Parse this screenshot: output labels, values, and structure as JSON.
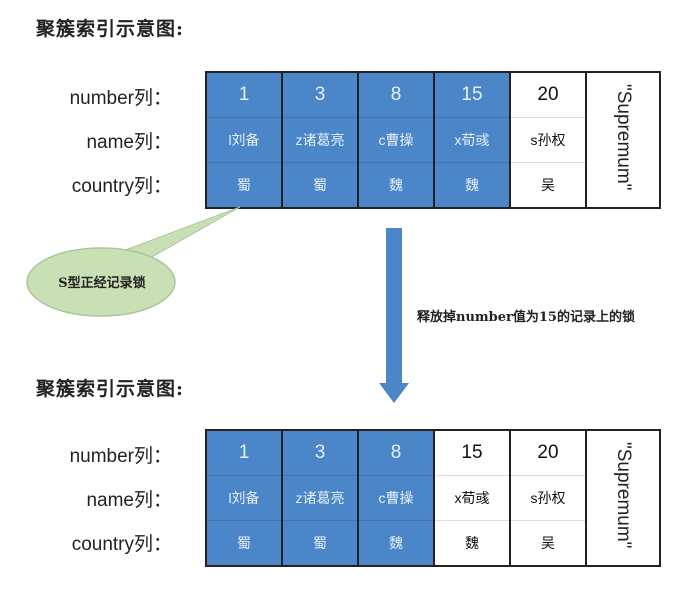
{
  "titles": {
    "top": "聚簇索引示意图:",
    "bottom": "聚簇索引示意图:"
  },
  "row_labels": [
    "number列：",
    "name列：",
    "country列："
  ],
  "top_table": {
    "records": [
      {
        "number": "1",
        "name": "l刘备",
        "country": "蜀",
        "locked": true
      },
      {
        "number": "3",
        "name": "z诸葛亮",
        "country": "蜀",
        "locked": true
      },
      {
        "number": "8",
        "name": "c曹操",
        "country": "魏",
        "locked": true
      },
      {
        "number": "15",
        "name": "x荀彧",
        "country": "魏",
        "locked": true
      },
      {
        "number": "20",
        "name": "s孙权",
        "country": "吴",
        "locked": false
      }
    ],
    "supremum": "\"Supremum\""
  },
  "bottom_table": {
    "records": [
      {
        "number": "1",
        "name": "l刘备",
        "country": "蜀",
        "locked": true
      },
      {
        "number": "3",
        "name": "z诸葛亮",
        "country": "蜀",
        "locked": true
      },
      {
        "number": "8",
        "name": "c曹操",
        "country": "魏",
        "locked": true
      },
      {
        "number": "15",
        "name": "x荀彧",
        "country": "魏",
        "locked": false
      },
      {
        "number": "20",
        "name": "s孙权",
        "country": "吴",
        "locked": false
      }
    ],
    "supremum": "\"Supremum\""
  },
  "callout": {
    "text": "S型正经记录锁",
    "color": "#c9e0b4"
  },
  "arrow": {
    "label": "释放掉number值为15的记录上的锁",
    "color": "#4a86c8"
  },
  "colors": {
    "locked": "#4a86c8"
  }
}
